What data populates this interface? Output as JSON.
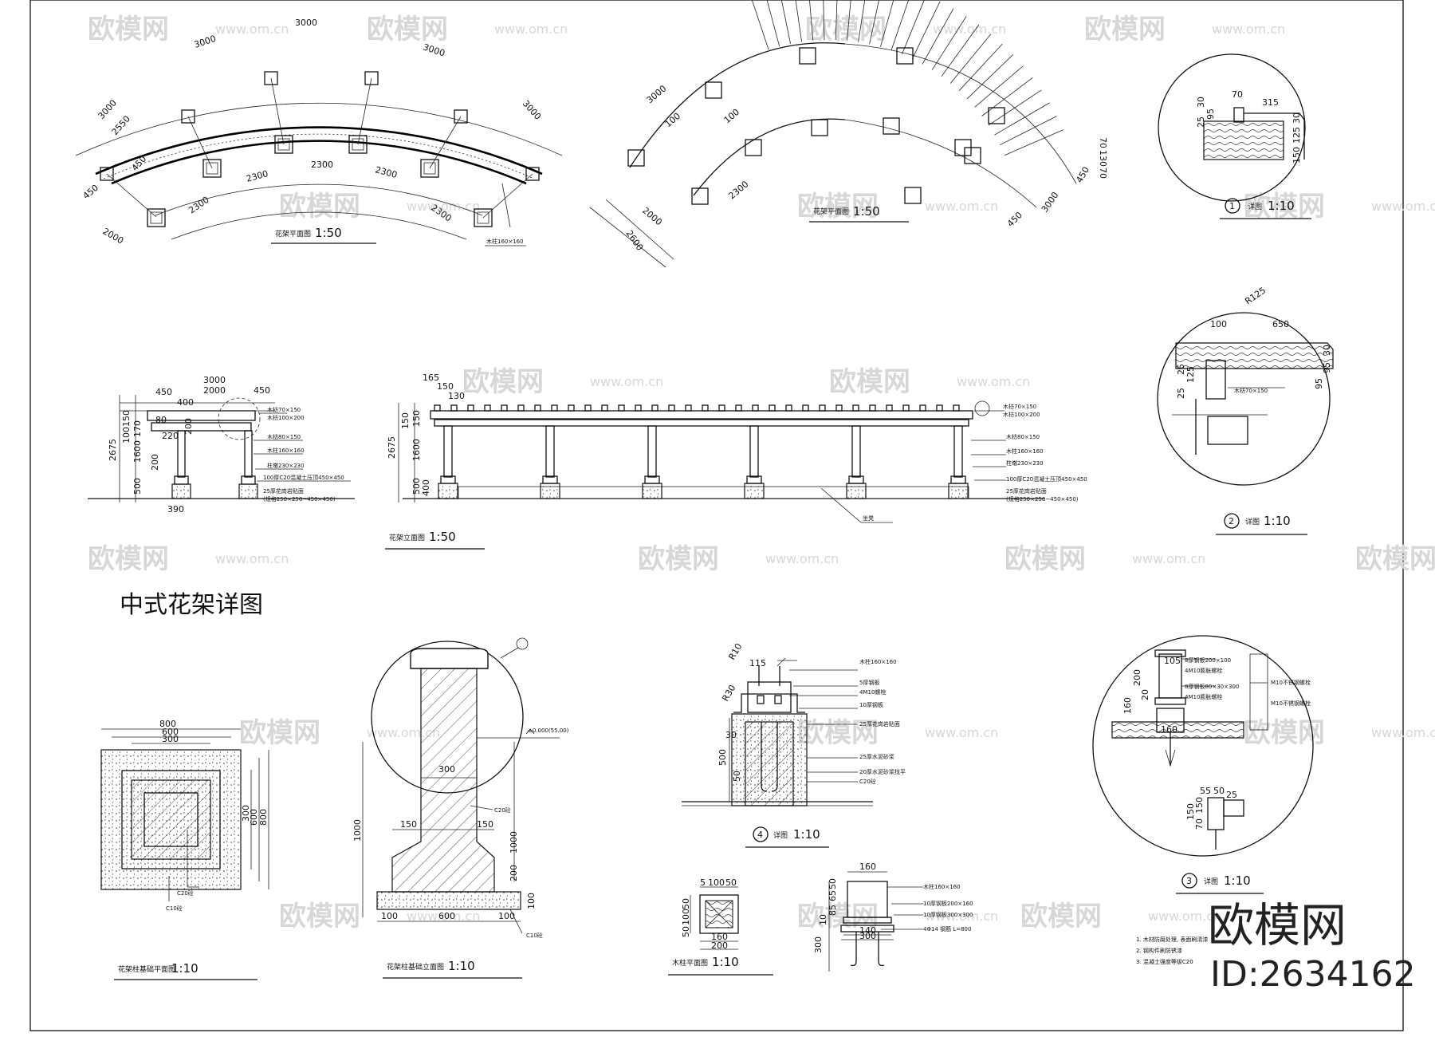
{
  "sheet_title": "中式花架详图",
  "watermark": {
    "brand": "欧模网",
    "url": "www.om.cn",
    "url_short": "om.cn"
  },
  "corner_logo": {
    "brand": "欧模网",
    "id": "ID:2634162"
  },
  "views": {
    "plan_left": {
      "caption": "花架平面图",
      "scale": "1:50",
      "dims": [
        "3000",
        "3000",
        "3000",
        "3000",
        "3000",
        "2550",
        "450",
        "450",
        "2000",
        "2300",
        "2300",
        "2300",
        "2300",
        "2300"
      ],
      "labels": [
        "木柱160×160"
      ]
    },
    "plan_right": {
      "caption": "花架平面图",
      "scale": "1:50",
      "dims": [
        "3000",
        "2300",
        "2000",
        "2600",
        "100",
        "100",
        "450",
        "3000",
        "70",
        "130",
        "70",
        "450"
      ]
    },
    "elevation_side": {
      "dims": [
        "3000",
        "450",
        "2000",
        "450",
        "400",
        "80",
        "220",
        "150",
        "100",
        "170",
        "200",
        "1600",
        "200",
        "500",
        "2675",
        "390"
      ],
      "labels": [
        "木枋70×150",
        "木枋100×200",
        "木枋80×150",
        "木柱160×160",
        "柱墩230×230",
        "100厚C20混凝土压顶450×450",
        "25厚花岗岩贴面",
        "(规格250×250~450×450)"
      ]
    },
    "elevation_front": {
      "caption": "花架立面图",
      "scale": "1:50",
      "dims": [
        "165",
        "150",
        "130",
        "150",
        "150",
        "1600",
        "500",
        "400",
        "2675"
      ],
      "labels": [
        "木枋70×150",
        "木枋100×200",
        "木枋80×150",
        "木柱160×160",
        "柱墩230×230",
        "100厚C20混凝土压顶450×450",
        "25厚花岗岩贴面",
        "(规格250×250~450×450)",
        "坐凳"
      ]
    },
    "detail_1": {
      "caption": "详图",
      "number": "1",
      "scale": "1:10",
      "dims": [
        "70",
        "315",
        "30",
        "25",
        "95",
        "30",
        "125",
        "150"
      ]
    },
    "detail_2": {
      "caption": "详图",
      "number": "2",
      "scale": "1:10",
      "dims": [
        "R125",
        "100",
        "650",
        "30",
        "95",
        "25",
        "25",
        "125",
        "95"
      ],
      "labels": [
        "木枋70×150"
      ]
    },
    "detail_3": {
      "caption": "详图",
      "number": "3",
      "scale": "1:10",
      "dims": [
        "105",
        "200",
        "20",
        "160",
        "160",
        "55",
        "50",
        "25",
        "150",
        "150",
        "70"
      ],
      "labels": [
        "8厚钢板200×100",
        "4M10膨胀螺栓",
        "8厚钢板80×30×300",
        "4M10膨胀螺栓",
        "M10不锈钢螺栓",
        "M10不锈钢螺栓",
        "1. 木材防腐处理, 表面刷清漆",
        "2. 钢构件刷防锈漆",
        "3. 混凝土强度等级C20"
      ]
    },
    "detail_4": {
      "caption": "详图",
      "number": "4",
      "scale": "1:10",
      "dims": [
        "R10",
        "115",
        "R30",
        "30",
        "500",
        "50"
      ],
      "labels": [
        "木柱160×160",
        "5厚钢板",
        "4M10螺栓",
        "10厚钢板",
        "25厚花岗岩贴面",
        "25厚水泥砂浆",
        "20厚水泥砂浆找平",
        "C20砼"
      ]
    },
    "footing_plan": {
      "caption": "花架柱基础平面图",
      "scale": "1:10",
      "dims": [
        "800",
        "600",
        "300",
        "300",
        "600",
        "800"
      ],
      "labels": [
        "C20砼",
        "C10砼"
      ]
    },
    "footing_section": {
      "caption": "花架柱基础立面图",
      "scale": "1:10",
      "dims": [
        "300",
        "150",
        "150",
        "1000",
        "100",
        "200",
        "100",
        "600",
        "100",
        "1000"
      ],
      "labels": [
        "±0.000(55.00)",
        "C20砼",
        "C10砼"
      ]
    },
    "wood_post_plan": {
      "caption": "木柱平面图",
      "scale": "1:10",
      "dims": [
        "5",
        "100",
        "50",
        "50",
        "100",
        "50",
        "160",
        "200"
      ]
    },
    "anchor_detail": {
      "dims": [
        "160",
        "65",
        "85",
        "50",
        "10",
        "140",
        "300",
        "300"
      ],
      "labels": [
        "木柱160×160",
        "10厚钢板200×160",
        "10厚钢板300×300",
        "4Φ14 钢筋 L=800"
      ]
    }
  }
}
